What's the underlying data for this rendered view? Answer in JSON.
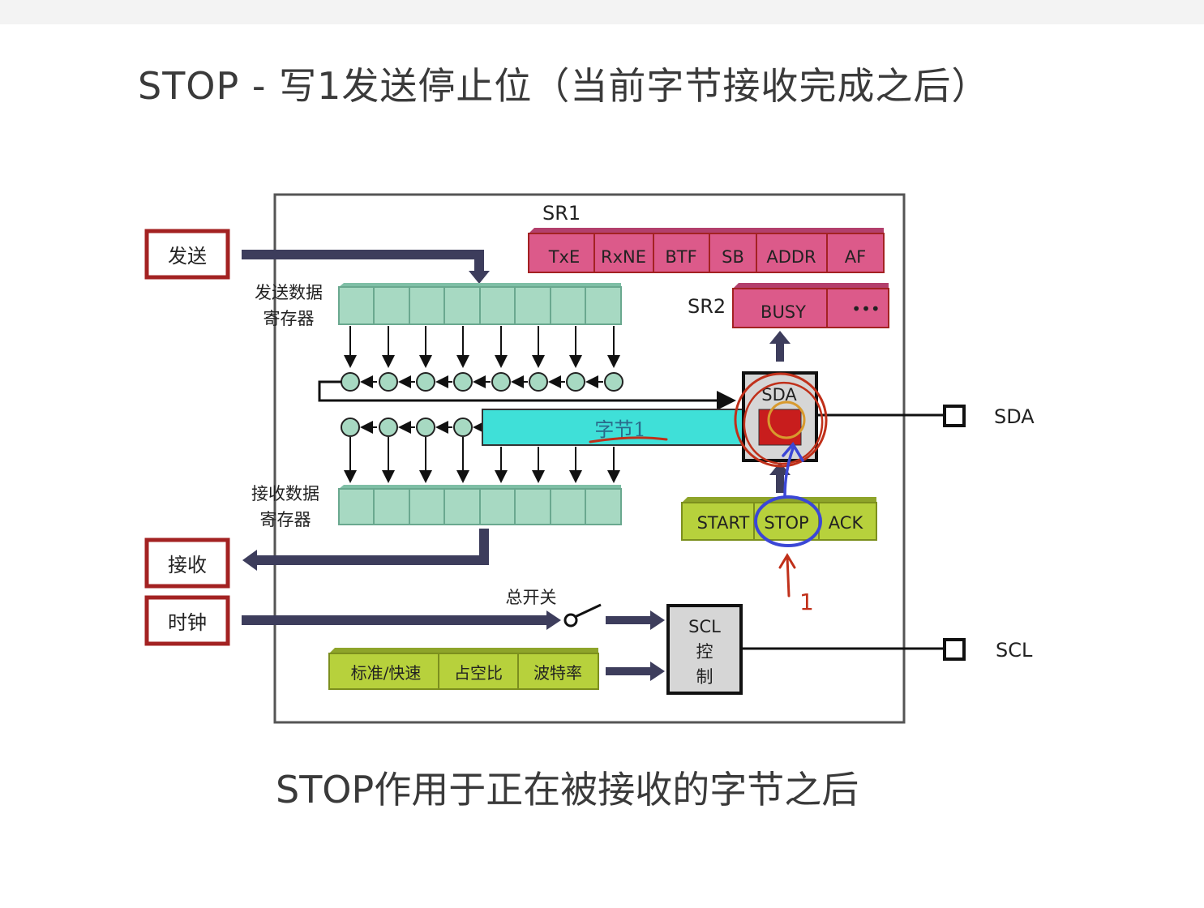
{
  "title": "STOP - 写1发送停止位（当前字节接收完成之后）",
  "caption": "STOP作用于正在被接收的字节之后",
  "diagram": {
    "left_blocks": {
      "send": "发送",
      "receive": "接收",
      "clock": "时钟"
    },
    "tx_register_label": [
      "发送数据",
      "寄存器"
    ],
    "rx_register_label": [
      "接收数据",
      "寄存器"
    ],
    "shift_register_label": "字节1",
    "sr1": {
      "label": "SR1",
      "bits": [
        "TxE",
        "RxNE",
        "BTF",
        "SB",
        "ADDR",
        "AF"
      ]
    },
    "sr2": {
      "label": "SR2",
      "bits": [
        "BUSY",
        "•••"
      ]
    },
    "sda_block": "SDA",
    "cr_bits": [
      "START",
      "STOP",
      "ACK"
    ],
    "master_switch": "总开关",
    "clock_config": [
      "标准/快速",
      "占空比",
      "波特率"
    ],
    "scl_block": [
      "SCL",
      "控",
      "制"
    ],
    "pins": {
      "sda": "SDA",
      "scl": "SCL"
    },
    "annotation_note": "1",
    "colors": {
      "register_teal": "#a7d9c2",
      "shift_cyan": "#3fe0d8",
      "status_pink": "#dc5a8a",
      "control_green": "#b7d13c",
      "block_border_red": "#a32222",
      "pen_red": "#c0301a",
      "pen_blue": "#3b47d6",
      "pen_orange": "#d89a2e"
    }
  }
}
